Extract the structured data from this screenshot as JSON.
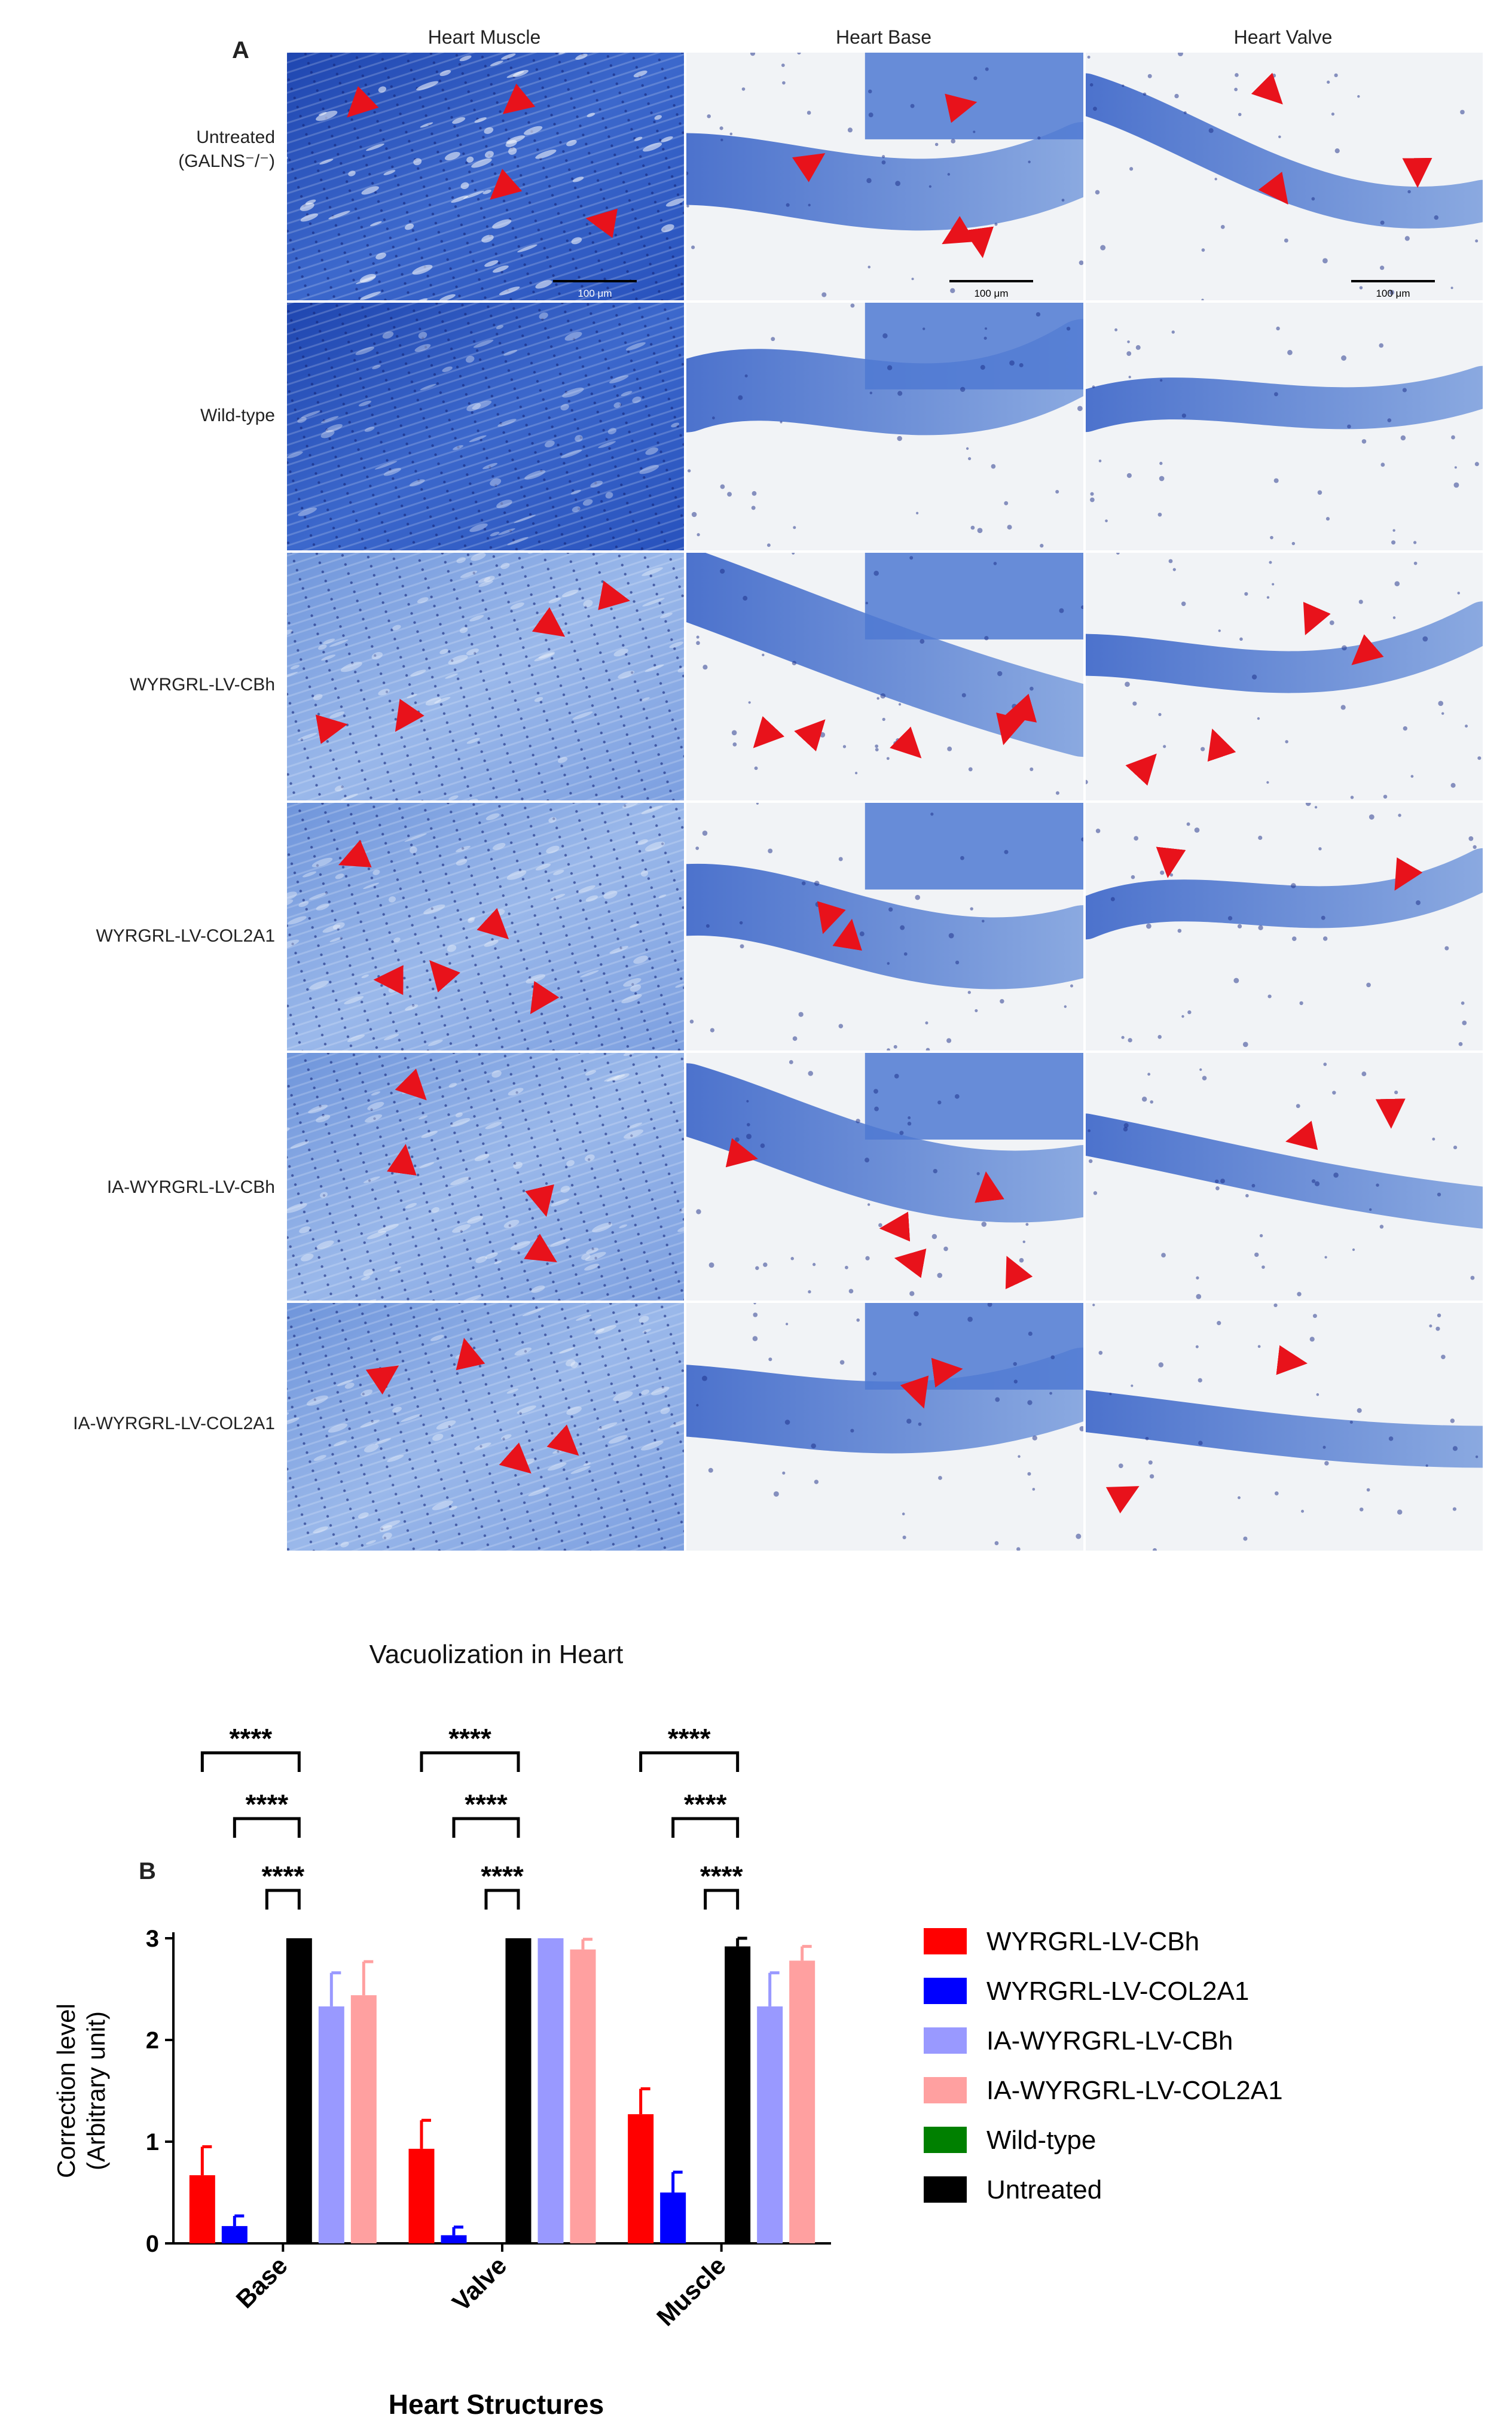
{
  "figure": {
    "panel_a_label": "A",
    "panel_b_label": "B",
    "column_titles": [
      "Heart Muscle",
      "Heart Base",
      "Heart Valve"
    ],
    "row_labels": [
      [
        "Untreated",
        "(GALNS⁻/⁻)"
      ],
      [
        "Wild-type"
      ],
      [
        "WYRGRL-LV-CBh"
      ],
      [
        "WYRGRL-LV-COL2A1"
      ],
      [
        "IA-WYRGRL-LV-CBh"
      ],
      [
        "IA-WYRGRL-LV-COL2A1"
      ]
    ],
    "scale_bar_label": "100 μm"
  },
  "colors": {
    "stain_dark": "#2a4fb8",
    "stain_mid": "#4f79d2",
    "stain_light": "#8fb0e6",
    "background_white": "#f1f3f6",
    "arrow": "#e8121b"
  },
  "chart_data": {
    "type": "bar",
    "title": "Vacuolization in Heart",
    "xlabel": "Heart Structures",
    "ylabel": "Correction level\n(Arbitrary unit)",
    "ylim": [
      0,
      3
    ],
    "yticks": [
      0,
      1,
      2,
      3
    ],
    "categories": [
      "Base",
      "Valve",
      "Muscle"
    ],
    "series": [
      {
        "name": "WYRGRL-LV-CBh",
        "color": "#ff0000",
        "values": [
          0.67,
          0.93,
          1.27
        ],
        "errors": [
          0.28,
          0.28,
          0.25
        ]
      },
      {
        "name": "WYRGRL-LV-COL2A1",
        "color": "#0000ff",
        "values": [
          0.17,
          0.08,
          0.5
        ],
        "errors": [
          0.1,
          0.08,
          0.2
        ]
      },
      {
        "name": "Wild-type",
        "color": "#008000",
        "values": [
          0,
          0,
          0
        ],
        "errors": [
          0,
          0,
          0
        ]
      },
      {
        "name": "Untreated",
        "color": "#000000",
        "values": [
          3.0,
          3.0,
          2.92
        ],
        "errors": [
          0,
          0,
          0.08
        ]
      },
      {
        "name": "IA-WYRGRL-LV-CBh",
        "color": "#9999ff",
        "values": [
          2.33,
          3.0,
          2.33
        ],
        "errors": [
          0.33,
          0,
          0.33
        ]
      },
      {
        "name": "IA-WYRGRL-LV-COL2A1",
        "color": "#ffa0a0",
        "values": [
          2.44,
          2.89,
          2.78
        ],
        "errors": [
          0.33,
          0.1,
          0.14
        ]
      }
    ],
    "legend_order": [
      "WYRGRL-LV-CBh",
      "WYRGRL-LV-COL2A1",
      "IA-WYRGRL-LV-CBh",
      "IA-WYRGRL-LV-COL2A1",
      "Wild-type",
      "Untreated"
    ],
    "legend_position": "right",
    "significance": [
      {
        "category": "Base",
        "from_series": "WYRGRL-LV-CBh",
        "to_series": "Untreated",
        "label": "****"
      },
      {
        "category": "Base",
        "from_series": "WYRGRL-LV-COL2A1",
        "to_series": "Untreated",
        "label": "****"
      },
      {
        "category": "Base",
        "from_series": "Wild-type",
        "to_series": "Untreated",
        "label": "****"
      },
      {
        "category": "Valve",
        "from_series": "WYRGRL-LV-CBh",
        "to_series": "Untreated",
        "label": "****"
      },
      {
        "category": "Valve",
        "from_series": "WYRGRL-LV-COL2A1",
        "to_series": "Untreated",
        "label": "****"
      },
      {
        "category": "Valve",
        "from_series": "Wild-type",
        "to_series": "Untreated",
        "label": "****"
      },
      {
        "category": "Muscle",
        "from_series": "WYRGRL-LV-CBh",
        "to_series": "Untreated",
        "label": "****"
      },
      {
        "category": "Muscle",
        "from_series": "WYRGRL-LV-COL2A1",
        "to_series": "Untreated",
        "label": "****"
      },
      {
        "category": "Muscle",
        "from_series": "Wild-type",
        "to_series": "Untreated",
        "label": "****"
      }
    ]
  }
}
